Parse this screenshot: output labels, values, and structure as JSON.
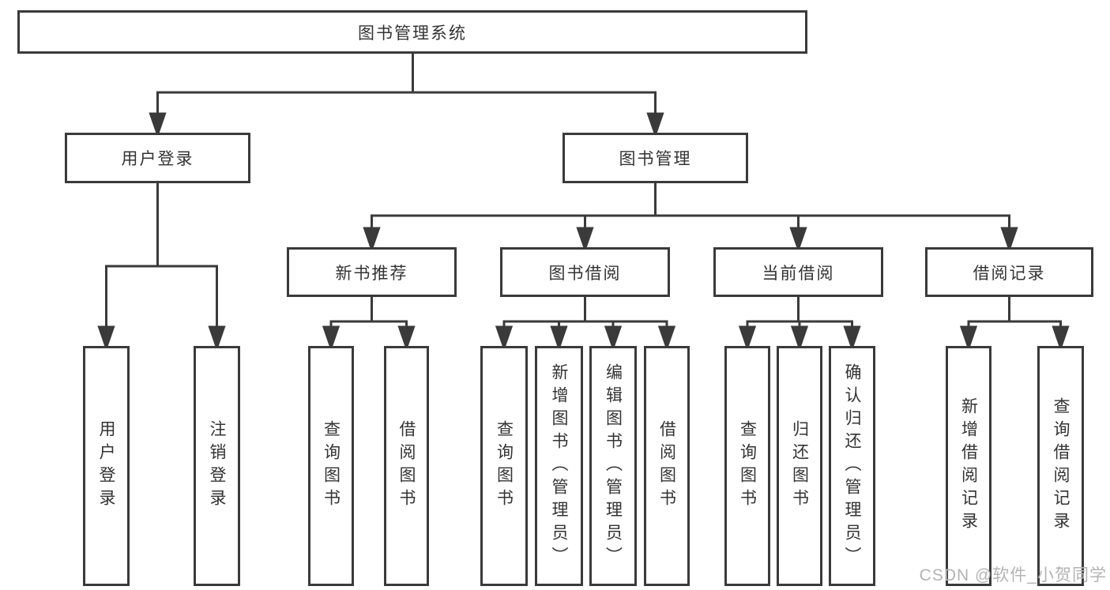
{
  "diagram": {
    "root": {
      "label": "图书管理系统"
    },
    "branches": [
      {
        "label": "用户登录",
        "children": [
          {
            "label": "用户登录"
          },
          {
            "label": "注销登录"
          }
        ]
      },
      {
        "label": "图书管理",
        "children": [
          {
            "label": "新书推荐",
            "children": [
              {
                "label": "查询图书"
              },
              {
                "label": "借阅图书"
              }
            ]
          },
          {
            "label": "图书借阅",
            "children": [
              {
                "label": "查询图书"
              },
              {
                "label": "新增图书（管理员）"
              },
              {
                "label": "编辑图书（管理员）"
              },
              {
                "label": "借阅图书"
              }
            ]
          },
          {
            "label": "当前借阅",
            "children": [
              {
                "label": "查询图书"
              },
              {
                "label": "归还图书"
              },
              {
                "label": "确认归还（管理员）"
              }
            ]
          },
          {
            "label": "借阅记录",
            "children": [
              {
                "label": "新增借阅记录"
              },
              {
                "label": "查询借阅记录"
              }
            ]
          }
        ]
      }
    ]
  },
  "watermark": {
    "text": "CSDN @软件_小贺同学"
  },
  "colors": {
    "line": "#3a3a3a",
    "text": "#333333",
    "background": "#ffffff",
    "watermark": "#b3b3b3"
  }
}
